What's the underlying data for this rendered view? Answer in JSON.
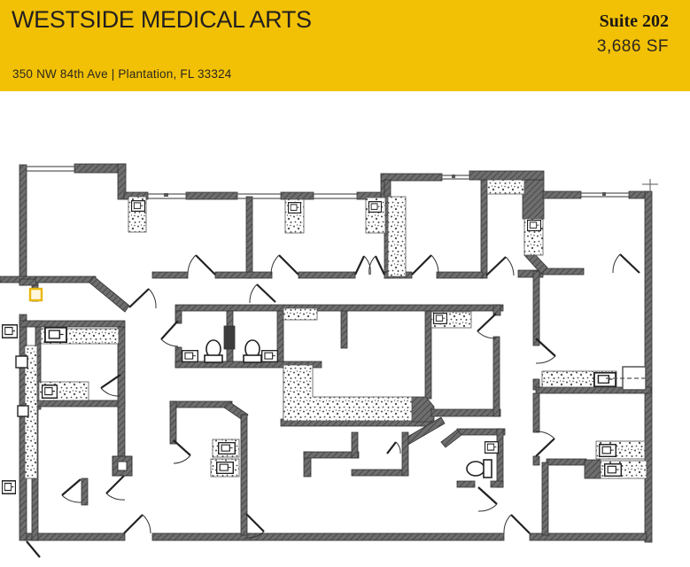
{
  "header": {
    "title": "WESTSIDE MEDICAL ARTS",
    "address": "350 NW 84th Ave  |  Plantation, FL 33324",
    "suite": "Suite 202",
    "area": "3,686 SF"
  },
  "colors": {
    "header_bg": "#F2C105",
    "wall_gray": "#6e6e6e",
    "line_dark": "#2e2e2e",
    "suite_marker_yellow": "#E8B70A"
  },
  "floor_plan": {
    "kind": "medical office suite floor plan",
    "visible_symbols": {
      "toilets": 3,
      "sink_counters": 16,
      "door_swings": 19,
      "windows": 6,
      "structural_column": 1,
      "suite_entry_marker": 1
    }
  }
}
